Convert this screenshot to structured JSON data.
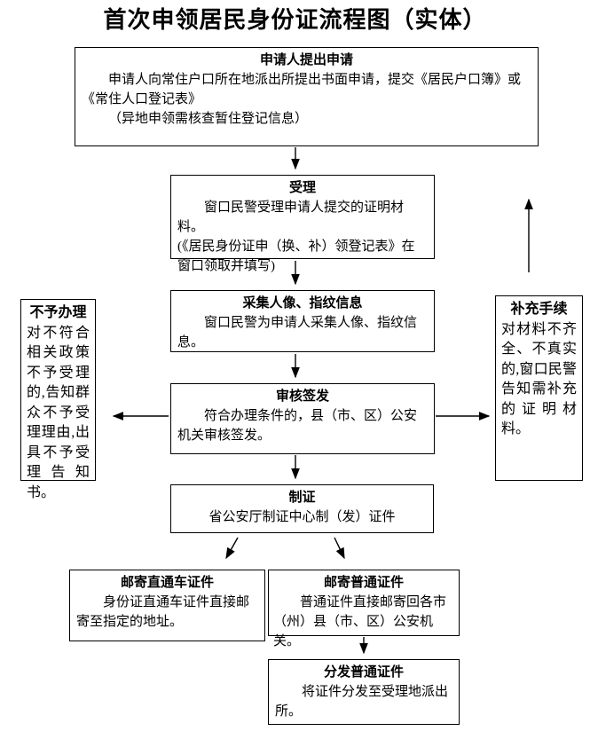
{
  "title": "首次申领居民身份证流程图（实体）",
  "colors": {
    "background": "#ffffff",
    "border": "#000000",
    "text": "#000000"
  },
  "boxes": {
    "apply": {
      "title": "申请人提出申请",
      "p1": "申请人向常住户口所在地派出所提出书面申请，提交《居民户口簿》或《常住人口登记表》",
      "p2": "（异地申领需核查暂住登记信息）"
    },
    "accept": {
      "title": "受理",
      "p1": "窗口民警受理申请人提交的证明材料。",
      "p2": "(《居民身份证申（换、补）领登记表》在窗口领取并填写)"
    },
    "collect": {
      "title": "采集人像、指纹信息",
      "p1": "窗口民警为申请人采集人像、指纹信息。"
    },
    "review": {
      "title": "审核签发",
      "p1": "符合办理条件的，县（市、区）公安机关审核签发。"
    },
    "produce": {
      "title": "制证",
      "p1": "省公安厅制证中心制（发）证件"
    },
    "reject": {
      "title": "不予办理",
      "p1": "对不符合相关政策不予受理的,告知群众不予受理理由,出具不予受理告知书。"
    },
    "supplement": {
      "title": "补充手续",
      "p1": "对材料不齐全、不真实的,窗口民警告知需补充的证明材料。"
    },
    "express": {
      "title": "邮寄直通车证件",
      "p1": "身份证直通车证件直接邮寄至指定的地址。"
    },
    "ordinary": {
      "title": "邮寄普通证件",
      "p1": "普通证件直接邮寄回各市（州）县（市、区）公安机关。"
    },
    "distribute": {
      "title": "分发普通证件",
      "p1": "将证件分发至受理地派出所。"
    }
  }
}
